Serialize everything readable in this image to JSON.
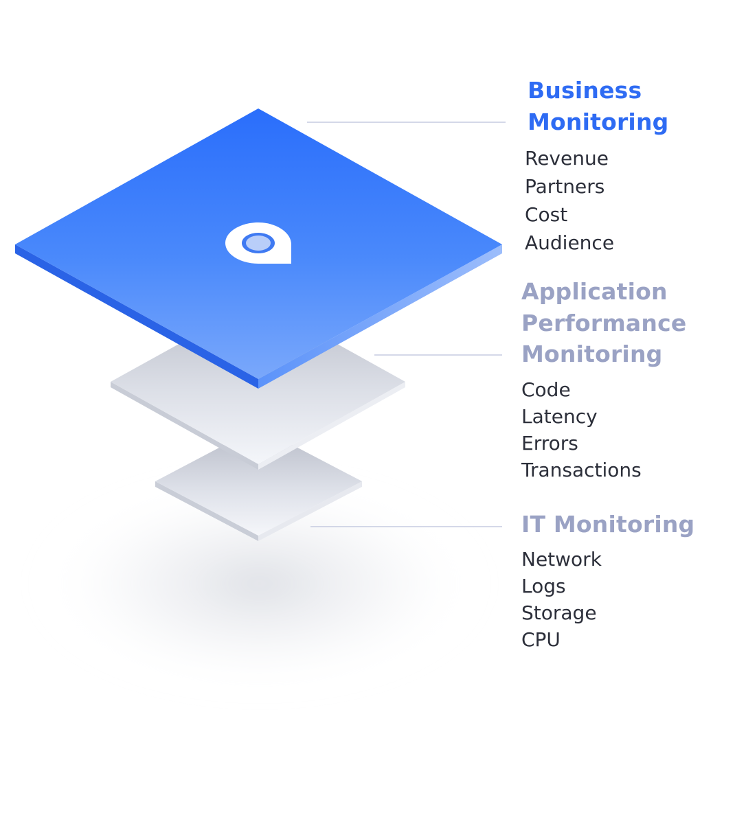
{
  "layers": [
    {
      "id": "business",
      "title_lines": [
        "Business",
        "Monitoring"
      ],
      "items": [
        "Revenue",
        "Partners",
        "Cost",
        "Audience"
      ],
      "title_color": "#2e6bf3",
      "highlighted": true
    },
    {
      "id": "apm",
      "title_lines": [
        "Application",
        "Performance",
        "Monitoring"
      ],
      "items": [
        "Code",
        "Latency",
        "Errors",
        "Transactions"
      ],
      "title_color": "#9aa2c4",
      "highlighted": false
    },
    {
      "id": "it",
      "title_lines": [
        "IT Monitoring"
      ],
      "items": [
        "Network",
        "Logs",
        "Storage",
        "CPU"
      ],
      "title_color": "#9aa2c4",
      "highlighted": false
    }
  ],
  "colors": {
    "accent_blue": "#2e6bf3",
    "muted_title": "#9aa2c4",
    "body_text": "#2c2f3a",
    "connector_line": "#c5cbe0"
  },
  "icons": {
    "center_logo": "speech-bubble-logo-icon"
  }
}
